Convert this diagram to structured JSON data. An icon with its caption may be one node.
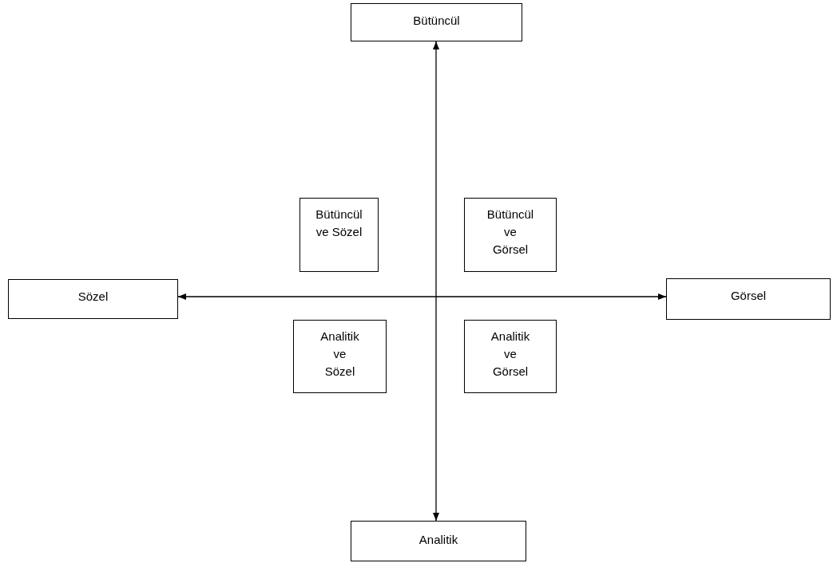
{
  "diagram": {
    "nodes": [
      {
        "text": [
          "Bütüncül"
        ]
      },
      {
        "text": [
          "Bütüncül ve Sözel"
        ]
      },
      {
        "text": [
          "Bütüncül ve Görsel"
        ]
      },
      {
        "text": [
          "Sözel"
        ]
      },
      {
        "text": [
          "Görsel"
        ]
      },
      {
        "text": [
          "Analitik ve Sözel"
        ]
      },
      {
        "text": [
          "Analitik ve Görsel"
        ]
      },
      {
        "text": [
          "Analitik"
        ]
      }
    ],
    "edges": [
      {
        "from": 0,
        "to": 7,
        "arrow": "both"
      },
      {
        "from": 3,
        "to": 4,
        "arrow": "both"
      }
    ]
  }
}
